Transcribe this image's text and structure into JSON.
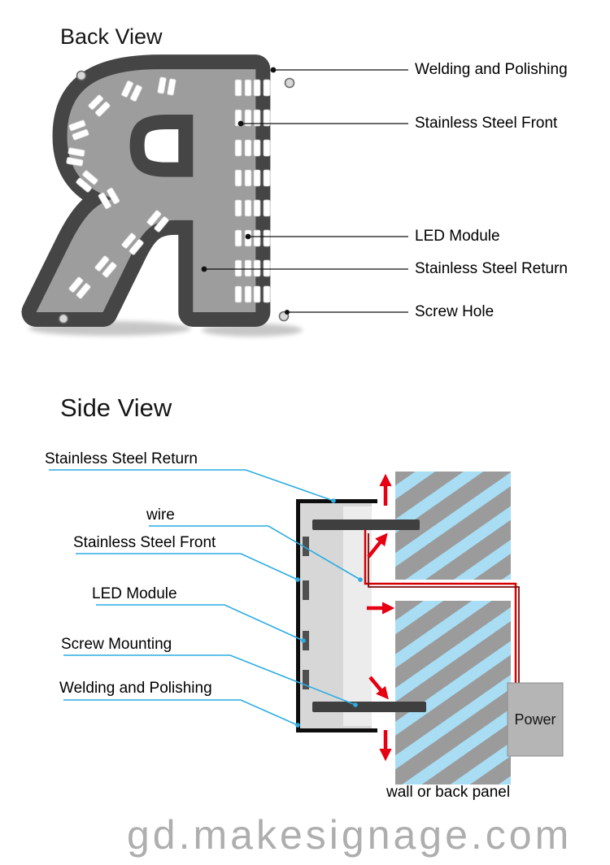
{
  "back_view": {
    "title": "Back View",
    "letter": "R",
    "labels": {
      "welding": "Welding and Polishing",
      "front": "Stainless Steel Front",
      "led": "LED Module",
      "return": "Stainless Steel Return",
      "screw_hole": "Screw Hole"
    }
  },
  "side_view": {
    "title": "Side View",
    "labels": {
      "return": "Stainless Steel Return",
      "wire": "wire",
      "front": "Stainless Steel Front",
      "led": "LED Module",
      "screw_mounting": "Screw Mounting",
      "welding": "Welding and Polishing"
    },
    "power": "Power",
    "wall_caption": "wall or back panel"
  },
  "watermark": "gd.makesignage.com",
  "colors": {
    "letter_dark": "#454545",
    "letter_face_gray": "#9d9d9d",
    "led_white": "#ffffff",
    "leader_line_back": "#111111",
    "leader_line_side": "#2bace2",
    "arrow_red": "#e60012",
    "wire_red": "#d40000",
    "wall_blue": "#a8ddf4",
    "wall_stripe_gray": "#9b9b9b",
    "power_box_gray": "#b5b5b5"
  }
}
